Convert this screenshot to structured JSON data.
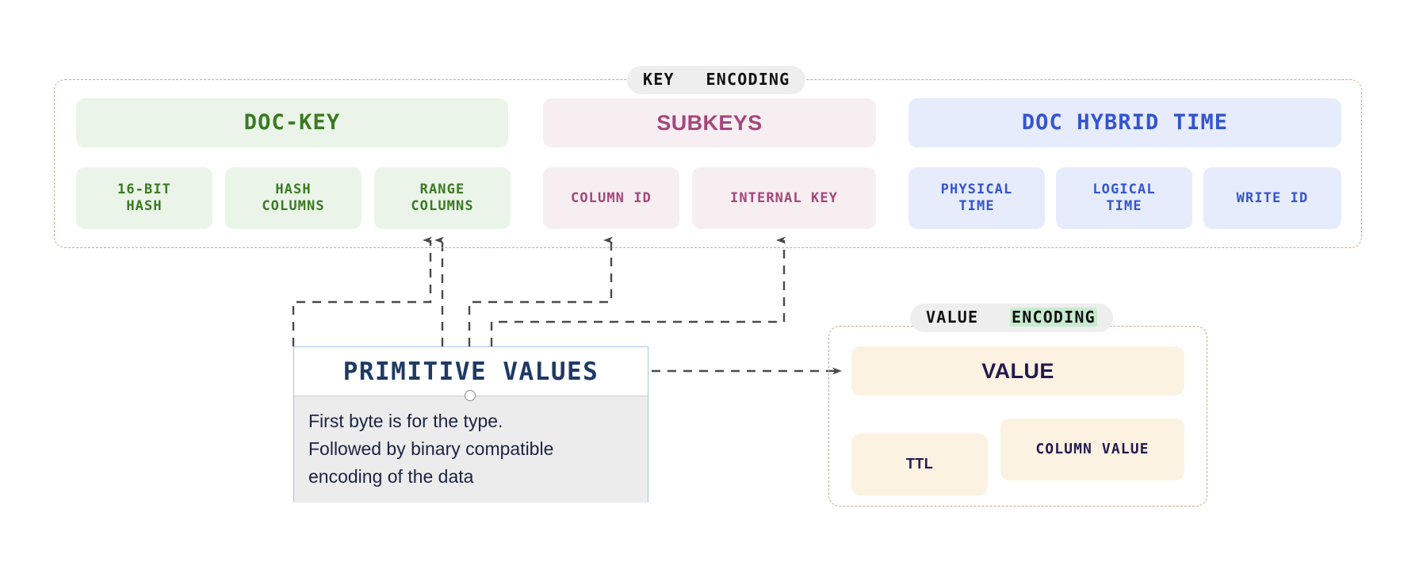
{
  "groups": {
    "key_encoding": {
      "title_prefix": "KEY",
      "title_suffix": "ENCODING",
      "frame_color": "#c9a68c",
      "sections": [
        {
          "name": "doc-key",
          "header": "DOC-KEY",
          "accent": "#3a7a22",
          "fill": "#eaf4e8",
          "children": [
            {
              "label_line1": "16-BIT",
              "label_line2": "HASH"
            },
            {
              "label_line1": "HASH",
              "label_line2": "COLUMNS"
            },
            {
              "label_line1": "RANGE",
              "label_line2": "COLUMNS"
            }
          ]
        },
        {
          "name": "subkeys",
          "header": "SUBKEYS",
          "accent": "#a4467a",
          "fill": "#f7eef1",
          "children": [
            {
              "label_line1": "COLUMN ID",
              "label_line2": ""
            },
            {
              "label_line1": "INTERNAL KEY",
              "label_line2": ""
            }
          ]
        },
        {
          "name": "doc-hybrid-time",
          "header": "DOC HYBRID TIME",
          "accent": "#3454cf",
          "fill": "#e6ecfb",
          "children": [
            {
              "label_line1": "PHYSICAL",
              "label_line2": "TIME"
            },
            {
              "label_line1": "LOGICAL",
              "label_line2": "TIME"
            },
            {
              "label_line1": "WRITE ID",
              "label_line2": ""
            }
          ]
        }
      ]
    },
    "value_encoding": {
      "title_prefix": "VALUE",
      "title_suffix": "ENCODING",
      "title_suffix_highlight": "#c8ebd0",
      "frame_color": "#c9a68c",
      "sections": [
        {
          "name": "value",
          "header": "VALUE",
          "accent": "#241a4e",
          "fill": "#fcf2e2",
          "children": [
            {
              "label_line1": "TTL",
              "label_line2": ""
            },
            {
              "label_line1": "COLUMN VALUE",
              "label_line2": ""
            }
          ]
        }
      ]
    }
  },
  "primitive_values": {
    "title": "PRIMITIVE VALUES",
    "body_line1": "First byte is for the type.",
    "body_line2": "Followed by binary compatible",
    "body_line3": "encoding of the data",
    "border_color": "#a8c4e0",
    "body_fill": "#ececec",
    "title_color": "#1f3a63"
  },
  "connectors": {
    "stroke": "#4a4a4a",
    "style": "dashed",
    "arrow_targets": [
      "HASH COLUMNS",
      "RANGE COLUMNS",
      "COLUMN ID",
      "INTERNAL KEY",
      "VALUE"
    ]
  }
}
